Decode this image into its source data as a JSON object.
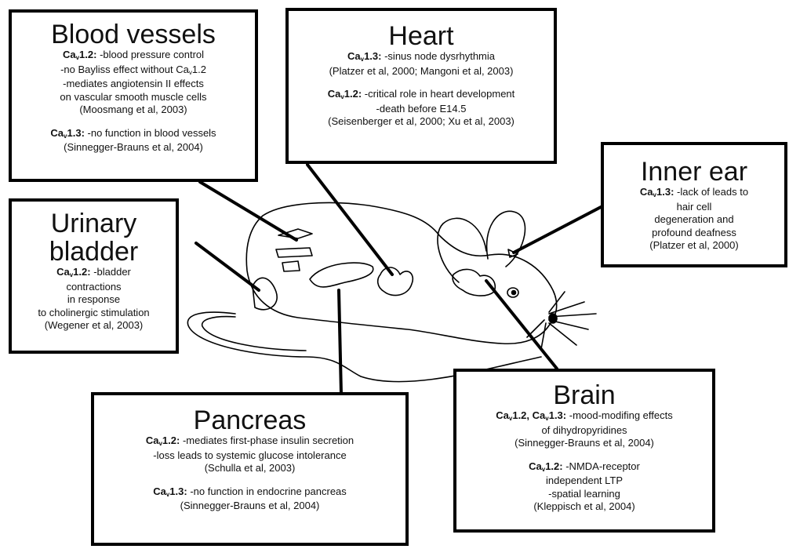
{
  "blood": {
    "title": "Blood vessels",
    "l1_gene": "1.2:",
    "l1_text": " -blood pressure control",
    "l2": "-no Bayliss effect without Ca",
    "l2_tail": "1.2",
    "l3": "-mediates angiotensin II effects",
    "l4": "on vascular smooth muscle cells",
    "l5": "(Moosmang et al, 2003)",
    "l6_gene": "1.3:",
    "l6_text": " -no function in blood vessels",
    "l7": "(Sinnegger-Brauns et al, 2004)"
  },
  "heart": {
    "title": "Heart",
    "l1_gene": "1.3:",
    "l1_text": " -sinus node dysrhythmia",
    "l2": "(Platzer et al, 2000; Mangoni et al, 2003)",
    "l3_gene": "1.2:",
    "l3_text": " -critical role in heart development",
    "l4": "-death before E14.5",
    "l5": "(Seisenberger et al, 2000; Xu et al, 2003)"
  },
  "ear": {
    "title": "Inner ear",
    "l1_gene": "1.3:",
    "l1_text": " -lack of leads to",
    "l2": "hair cell",
    "l3": "degeneration and",
    "l4": "profound deafness",
    "l5": "(Platzer et al, 2000)"
  },
  "bladder": {
    "title1": "Urinary",
    "title2": "bladder",
    "l1_gene": "1.2:",
    "l1_text": " -bladder",
    "l2": "contractions",
    "l3": "in response",
    "l4": "to cholinergic stimulation",
    "l5": "(Wegener et al, 2003)"
  },
  "pancreas": {
    "title": "Pancreas",
    "l1_gene": "1.2:",
    "l1_text": " -mediates first-phase insulin secretion",
    "l2": "-loss leads to  systemic glucose intolerance",
    "l3": "(Schulla et al, 2003)",
    "l4_gene": "1.3:",
    "l4_text": " -no function in endocrine pancreas",
    "l5": "(Sinnegger-Brauns et al, 2004)"
  },
  "brain": {
    "title": "Brain",
    "l1_gene_a": "1.2, Ca",
    "l1_gene_b": "1.3:",
    "l1_text": " -mood-modifing effects",
    "l2": "of dihydropyridines",
    "l3": "(Sinnegger-Brauns et al, 2004)",
    "l4_gene": "1.2:",
    "l4_text": " -NMDA-receptor",
    "l5": "independent LTP",
    "l6": "-spatial learning",
    "l7": "(Kleppisch et al, 2004)"
  },
  "ca": {
    "prefix": "Ca",
    "sub": "v"
  }
}
